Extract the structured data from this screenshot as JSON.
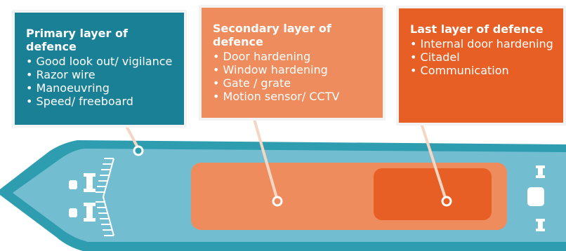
{
  "colors": {
    "background": "#ffffff",
    "hull_outer": "#2e9db0",
    "hull_inner": "#73bdd1",
    "deck_marks": "#ffffff",
    "primary_panel": "#1a8096",
    "secondary_panel": "#ee8c5d",
    "last_panel": "#e85f25",
    "connector_primary": "#f4d6c5",
    "connector_secondary": "#f4d6c5",
    "connector_last": "#f4d6c5"
  },
  "layers": {
    "primary": {
      "title": "Primary layer of defence",
      "items": [
        "Good look out/ vigilance",
        "Razor wire",
        "Manoeuvring",
        "Speed/ freeboard"
      ]
    },
    "secondary": {
      "title": "Secondary layer of defence",
      "items": [
        "Door hardening",
        "Window hardening",
        "Gate / grate",
        "Motion sensor/ CCTV"
      ]
    },
    "last": {
      "title": "Last layer of defence",
      "items": [
        "Internal door hardening",
        "Citadel",
        "Communication"
      ]
    }
  },
  "icons": {
    "bow_bollard": "bollard-icon",
    "razor_wire": "razor-wire-icon",
    "stern_bollard": "bollard-icon",
    "stern_hatch": "hatch-icon"
  }
}
